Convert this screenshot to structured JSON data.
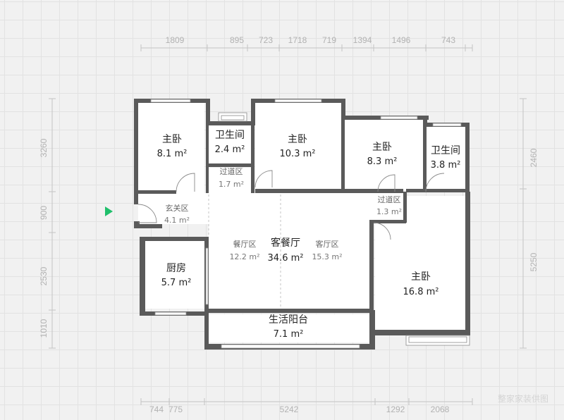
{
  "top_dims": [
    "1809",
    "895",
    "723",
    "1718",
    "719",
    "1394",
    "1496",
    "743"
  ],
  "bottom_dims": [
    "744",
    "775",
    "5242",
    "1292",
    "2068"
  ],
  "left_dims": [
    "3260",
    "900",
    "2530",
    "1010"
  ],
  "right_dims": [
    "2460",
    "5250"
  ],
  "rooms": {
    "bedroom_1": {
      "name": "主卧",
      "area": "8.1 m²"
    },
    "bathroom_1": {
      "name": "卫生间",
      "area": "2.4 m²"
    },
    "bedroom_2": {
      "name": "主卧",
      "area": "10.3 m²"
    },
    "bedroom_3": {
      "name": "主卧",
      "area": "8.3 m²"
    },
    "bathroom_2": {
      "name": "卫生间",
      "area": "3.8 m²"
    },
    "corridor_1": {
      "name": "过道区",
      "area": "1.7 m²"
    },
    "entrance": {
      "name": "玄关区",
      "area": "4.1 m²"
    },
    "corridor_2": {
      "name": "过道区",
      "area": "1.3 m²"
    },
    "living_dining": {
      "name": "客餐厅",
      "area": "34.6 m²"
    },
    "dining_zone": {
      "name": "餐厅区",
      "area": "12.2 m²"
    },
    "living_zone": {
      "name": "客厅区",
      "area": "15.3 m²"
    },
    "kitchen": {
      "name": "厨房",
      "area": "5.7 m²"
    },
    "master_bedroom": {
      "name": "主卧",
      "area": "16.8 m²"
    },
    "balcony": {
      "name": "生活阳台",
      "area": "7.1 m²"
    }
  },
  "watermark": "整家家装供图",
  "icons": {
    "entry_marker": "play-icon"
  }
}
